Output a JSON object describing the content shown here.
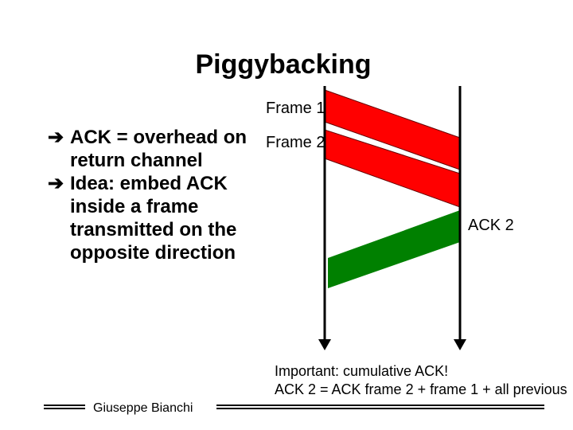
{
  "slide": {
    "title": "Piggybacking",
    "bullets": [
      {
        "marker": "➔",
        "text": "ACK = overhead on return channel"
      },
      {
        "marker": "➔",
        "text": "Idea: embed ACK inside a frame transmitted on the opposite direction"
      }
    ]
  },
  "diagram": {
    "frame_labels": [
      "Frame 1",
      "Frame 2"
    ],
    "ack_label": "ACK 2",
    "colors": {
      "data_frame": "#ff0000",
      "ack_frame": "#008000",
      "timeline": "#000000"
    }
  },
  "note": {
    "line1": "Important: cumulative ACK!",
    "line2": "ACK 2 = ACK frame 2 + frame 1 + all previous"
  },
  "footer": {
    "author": "Giuseppe Bianchi"
  }
}
